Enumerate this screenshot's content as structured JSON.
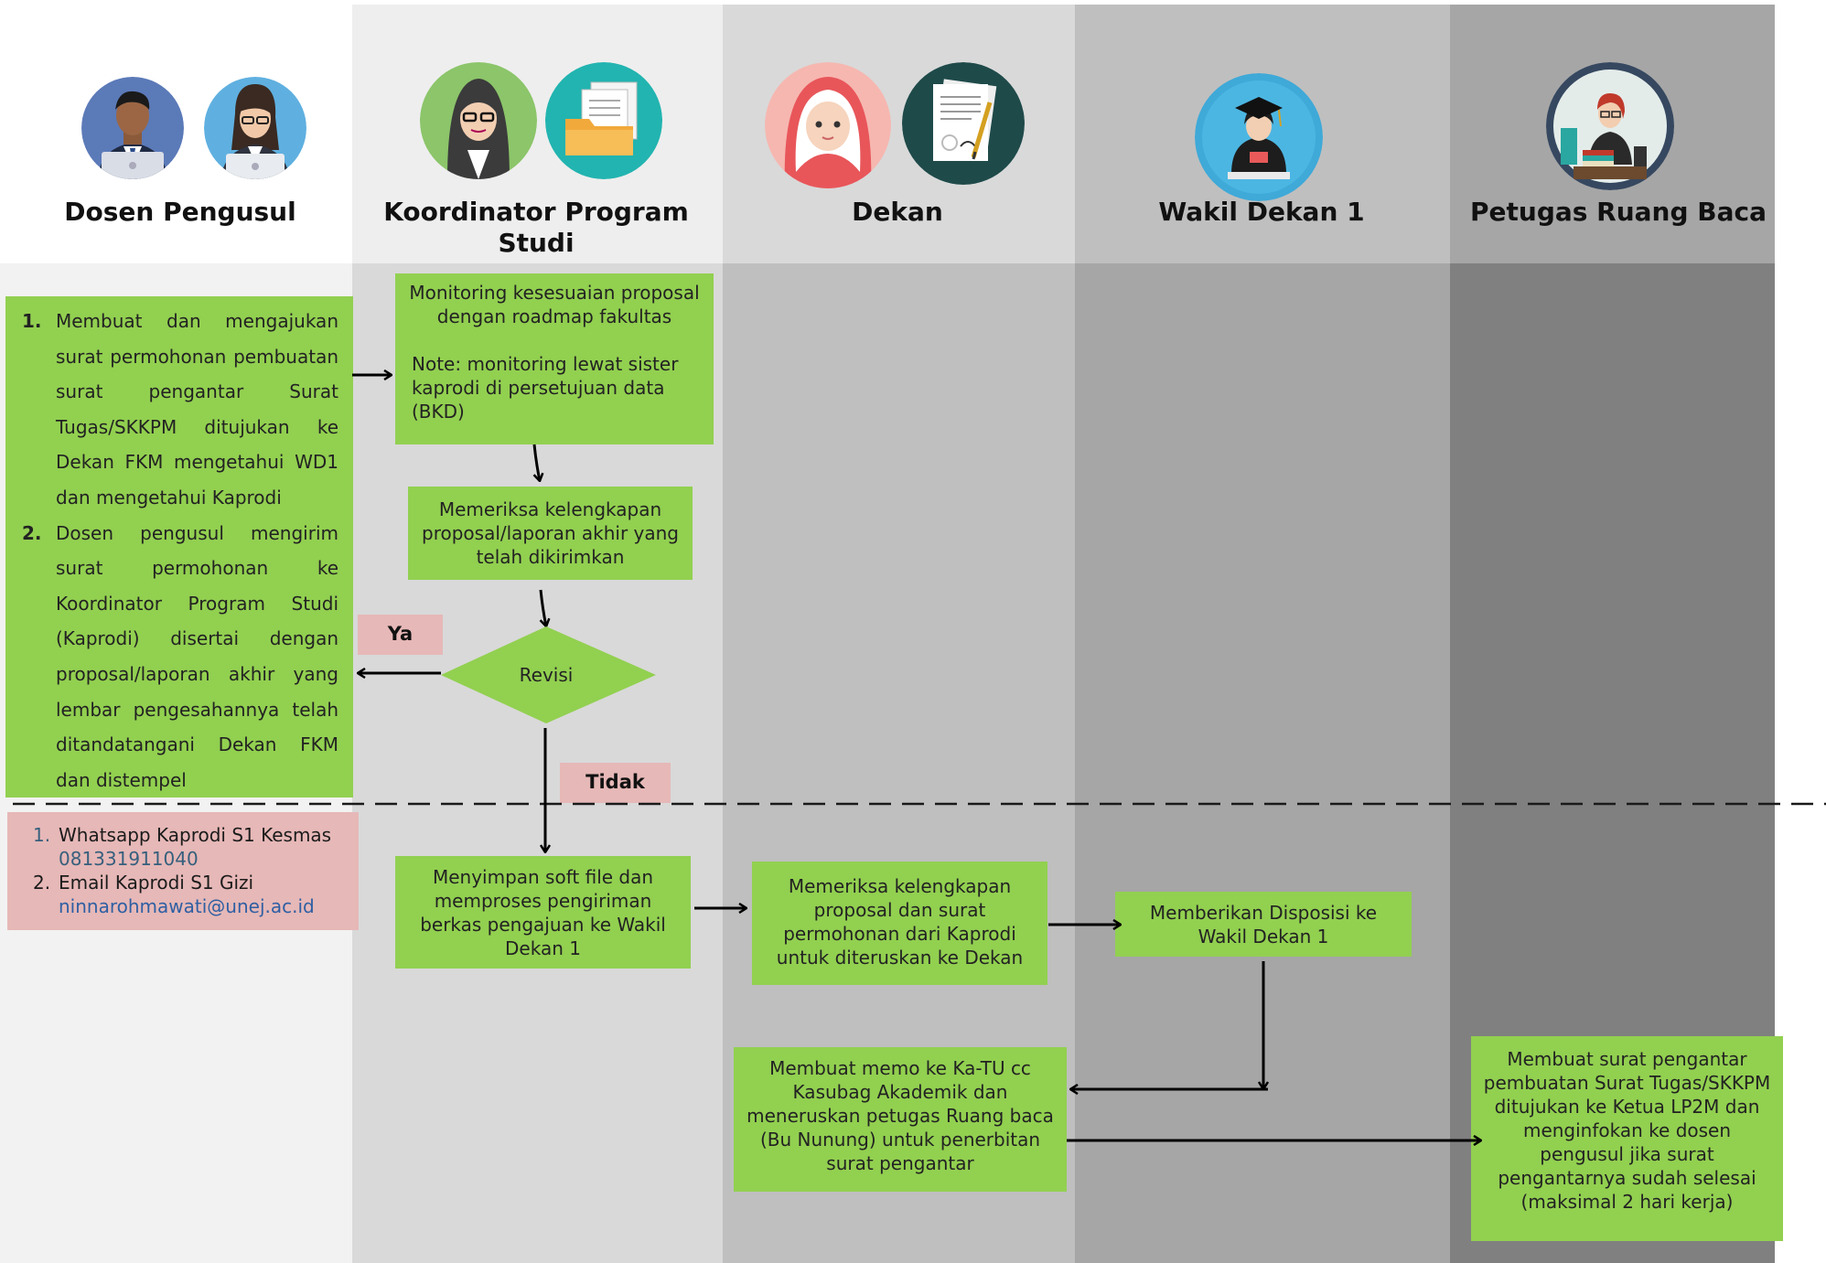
{
  "lanes": [
    {
      "role": "Dosen Pengusul"
    },
    {
      "role": "Koordinator Program Studi"
    },
    {
      "role": "Dekan"
    },
    {
      "role": "Wakil Dekan 1"
    },
    {
      "role": "Petugas Ruang Baca"
    }
  ],
  "icons": [
    "dosen-man-icon",
    "dosen-woman-icon",
    "kaprodi-hijab-icon",
    "folder-documents-icon",
    "dekan-hijab-icon",
    "signed-document-icon",
    "graduate-icon",
    "librarian-icon"
  ],
  "steps": [
    {
      "num": "1.",
      "text": "Membuat dan mengajukan surat permohonan pembuatan surat pengantar Surat Tugas/SKKPM ditujukan ke Dekan FKM mengetahui WD1 dan mengetahui Kaprodi"
    },
    {
      "num": "2.",
      "text": "Dosen pengusul mengirim surat permohonan ke Koordinator Program Studi (Kaprodi) disertai dengan proposal/laporan akhir yang lembar pengesahannya telah ditandatangani Dekan FKM dan distempel"
    }
  ],
  "contacts": [
    {
      "num": "1.",
      "label": "Whatsapp Kaprodi S1 Kesmas",
      "value": "081331911040"
    },
    {
      "num": "2.",
      "label": "Email Kaprodi S1 Gizi",
      "value": "ninnarohmawati@unej.ac.id"
    }
  ],
  "boxes": {
    "monitoring_1": "Monitoring kesesuaian proposal dengan roadmap fakultas",
    "monitoring_2": "Note: monitoring lewat sister kaprodi di persetujuan data (BKD)",
    "memeriksa": "Memeriksa kelengkapan proposal/laporan akhir yang telah dikirimkan",
    "revisi": "Revisi",
    "ya": "Ya",
    "tidak": "Tidak",
    "menyimpan": "Menyimpan soft file dan memproses pengiriman berkas pengajuan ke Wakil Dekan 1",
    "dekan_periksa": "Memeriksa kelengkapan proposal dan surat permohonan dari Kaprodi untuk diteruskan ke Dekan",
    "disposisi": "Memberikan Disposisi ke Wakil Dekan 1",
    "memo": "Membuat memo ke Ka-TU cc Kasubag Akademik dan meneruskan petugas Ruang baca (Bu Nunung) untuk penerbitan surat pengantar",
    "surat_pengantar": "Membuat surat pengantar pembuatan Surat Tugas/SKKPM ditujukan ke Ketua LP2M dan menginfokan ke dosen pengusul jika surat pengantarnya sudah selesai (maksimal 2 hari kerja)"
  },
  "colors": {
    "box_green": "#92d050",
    "label_pink": "#e6b8b7",
    "lane1_header": "#ffffff",
    "lane1_body": "#f2f2f2",
    "lane2_header": "#eeeeee",
    "lane2_body": "#d9d9d9",
    "lane3_header": "#d9d9d9",
    "lane3_body": "#bfbfbf",
    "lane4_header": "#bfbfbf",
    "lane4_body": "#a6a6a6",
    "lane5_header": "#a6a6a6",
    "lane5_body": "#808080"
  }
}
